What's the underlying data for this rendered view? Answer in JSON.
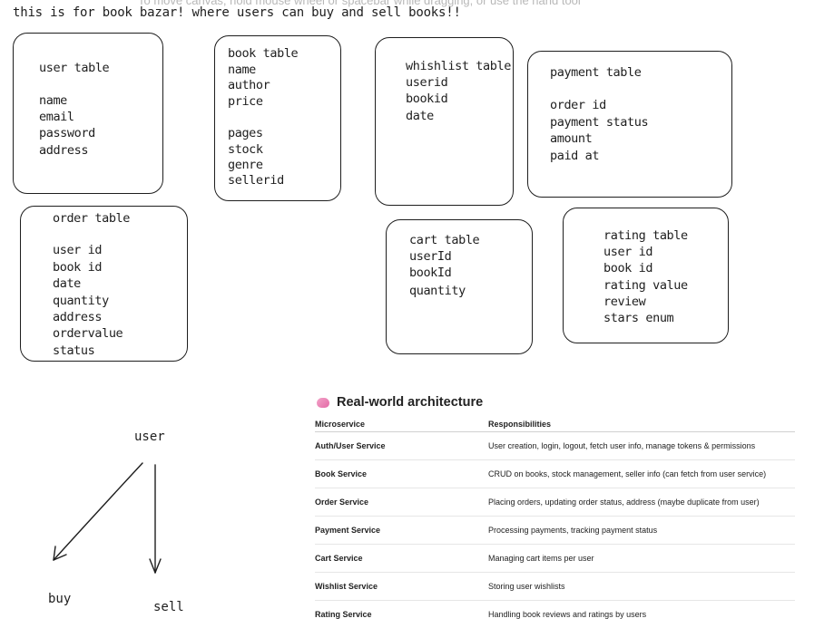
{
  "canvas": {
    "hint": "To move canvas, hold mouse wheel or spacebar while dragging, or use the hand tool",
    "headline": "this is for book bazar! where users can buy and sell books!!"
  },
  "tables": {
    "user": {
      "title": "user table",
      "fields": [
        "name",
        "email",
        "password",
        "address"
      ]
    },
    "book": {
      "title": "book table",
      "fields": [
        "name",
        "author",
        "price",
        "pages",
        "stock",
        "genre",
        "sellerid"
      ]
    },
    "wishlist": {
      "title": "whishlist table",
      "fields": [
        "userid",
        "bookid",
        "date"
      ]
    },
    "payment": {
      "title": "payment table",
      "fields": [
        "order id",
        "payment status",
        "amount",
        "paid at"
      ]
    },
    "order": {
      "title": "order table",
      "fields": [
        "user id",
        "book id",
        "date",
        "quantity",
        "address",
        "ordervalue",
        "status"
      ]
    },
    "cart": {
      "title": "cart table",
      "fields": [
        "userId",
        "bookId",
        "quantity"
      ]
    },
    "rating": {
      "title": "rating table",
      "fields": [
        "user id",
        "book id",
        "rating value",
        "review",
        "stars enum"
      ]
    }
  },
  "flow": {
    "user": "user",
    "buy": "buy",
    "sell": "sell"
  },
  "architecture": {
    "icon": "brain-icon",
    "icon_color": "#e36aa6",
    "title": "Real-world architecture",
    "headers": [
      "Microservice",
      "Responsibilities"
    ],
    "rows": [
      {
        "service": "Auth/User Service",
        "responsibility": "User creation, login, logout, fetch user info, manage tokens & permissions"
      },
      {
        "service": "Book Service",
        "responsibility": "CRUD on books, stock management, seller info (can fetch from user service)"
      },
      {
        "service": "Order Service",
        "responsibility": "Placing orders, updating order status, address (maybe duplicate from user)"
      },
      {
        "service": "Payment Service",
        "responsibility": "Processing payments, tracking payment status"
      },
      {
        "service": "Cart Service",
        "responsibility": "Managing cart items per user"
      },
      {
        "service": "Wishlist Service",
        "responsibility": "Storing user wishlists"
      },
      {
        "service": "Rating Service",
        "responsibility": "Handling book reviews and ratings by users"
      }
    ]
  }
}
